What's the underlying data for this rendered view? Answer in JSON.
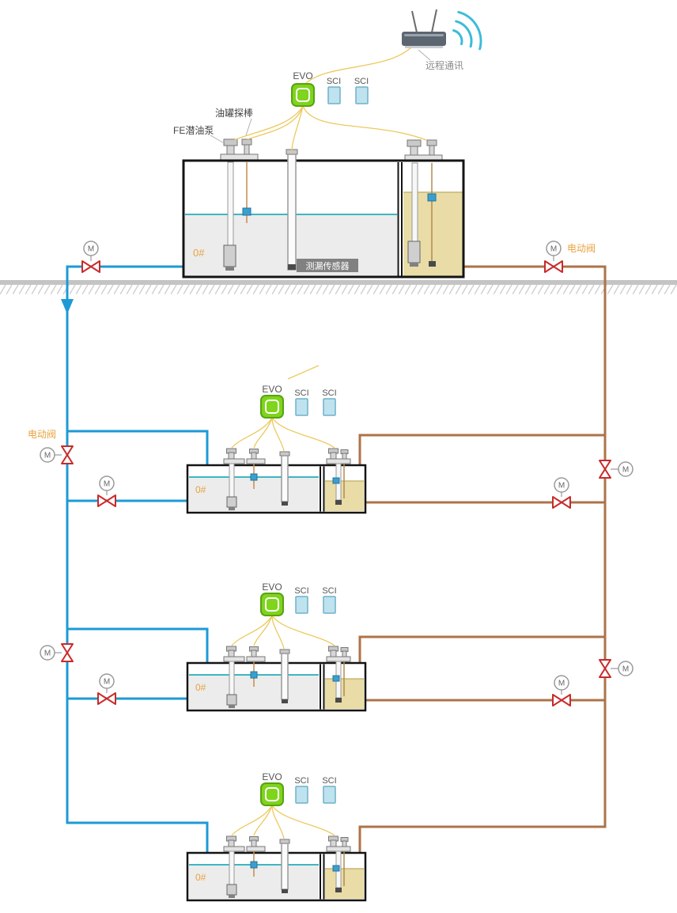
{
  "labels": {
    "remote_comm": "远程通讯",
    "evo": "EVO",
    "sci": "SCI",
    "tank_probe": "油罐探棒",
    "fe_pump": "FE潜油泵",
    "leak_sensor": "测漏传感器",
    "fuel_grade": "0#",
    "electric_valve": "电动阀",
    "motor_valve": "M"
  },
  "icons": {
    "router": "wireless-router",
    "wifi_signal": "wifi-arcs",
    "motor_badge": "circle-with-M",
    "valve": "red-bowtie-valve",
    "flow_arrow": "down-arrow",
    "evo_module": "green-controller-chip",
    "sci_module": "blue-interface-card",
    "float_sensor": "blue-float-square",
    "submersible_pump": "gray-pump-body"
  },
  "colors": {
    "pipe_blue": "#1d9ad6",
    "pipe_brown": "#ad7348",
    "valve_red": "#c92a2a",
    "evo_green": "#7fd41c",
    "evo_green_dark": "#58a313",
    "sci_blue": "#bfe2ef",
    "sci_blue_border": "#6fb1c9",
    "wire_yellow": "#edc95e",
    "water_line": "#3fb6c4",
    "tank_liquid": "#ececec",
    "diesel_fill": "#e9dca6",
    "label_orange": "#e8a33d",
    "ground_gray": "#c4c4c4",
    "text_gray": "#8a8a8a",
    "wifi_cyan": "#3bbcd9"
  }
}
